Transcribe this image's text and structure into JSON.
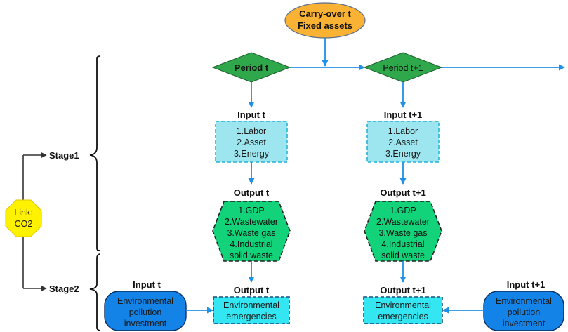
{
  "carryover": {
    "line1": "Carry-over t",
    "line2": "Fixed assets"
  },
  "periods": [
    {
      "label": "Period t"
    },
    {
      "label": "Period t+1"
    }
  ],
  "stages": {
    "stage1": "Stage1",
    "stage2": "Stage2"
  },
  "link": {
    "line1": "Link:",
    "line2": "CO2"
  },
  "inputs_stage1": [
    {
      "title": "Input t",
      "items": [
        "1.Labor",
        "2.Asset",
        "3.Energy"
      ]
    },
    {
      "title": "Input t+1",
      "items": [
        "1.Labor",
        "2.Asset",
        "3.Energy"
      ]
    }
  ],
  "outputs_stage1": [
    {
      "title": "Output t",
      "items": [
        "1.GDP",
        "2.Wastewater",
        "3.Waste gas",
        "4.Industrial",
        "solid waste"
      ]
    },
    {
      "title": "Output t+1",
      "items": [
        "1.GDP",
        "2.Wastewater",
        "3.Waste gas",
        "4.Industrial",
        "solid waste"
      ]
    }
  ],
  "outputs_stage2": [
    {
      "title": "Output t",
      "items": [
        "Environmental",
        "emergencies"
      ]
    },
    {
      "title": "Output t+1",
      "items": [
        "Environmental",
        "emergencies"
      ]
    }
  ],
  "inputs_stage2": [
    {
      "title": "Input t",
      "items": [
        "Environmental",
        "pollution",
        "investment"
      ]
    },
    {
      "title": "Input t+1",
      "items": [
        "Environmental",
        "pollution",
        "investment"
      ]
    }
  ],
  "colors": {
    "arrow": "#1e90e8",
    "diamond": "#2ea84a",
    "carryover": "#f9b233",
    "input_box": "#9de6ef",
    "hexagon": "#12d27a",
    "output2_box": "#34e6f2",
    "pill": "#1483e8",
    "link": "#fff200"
  }
}
